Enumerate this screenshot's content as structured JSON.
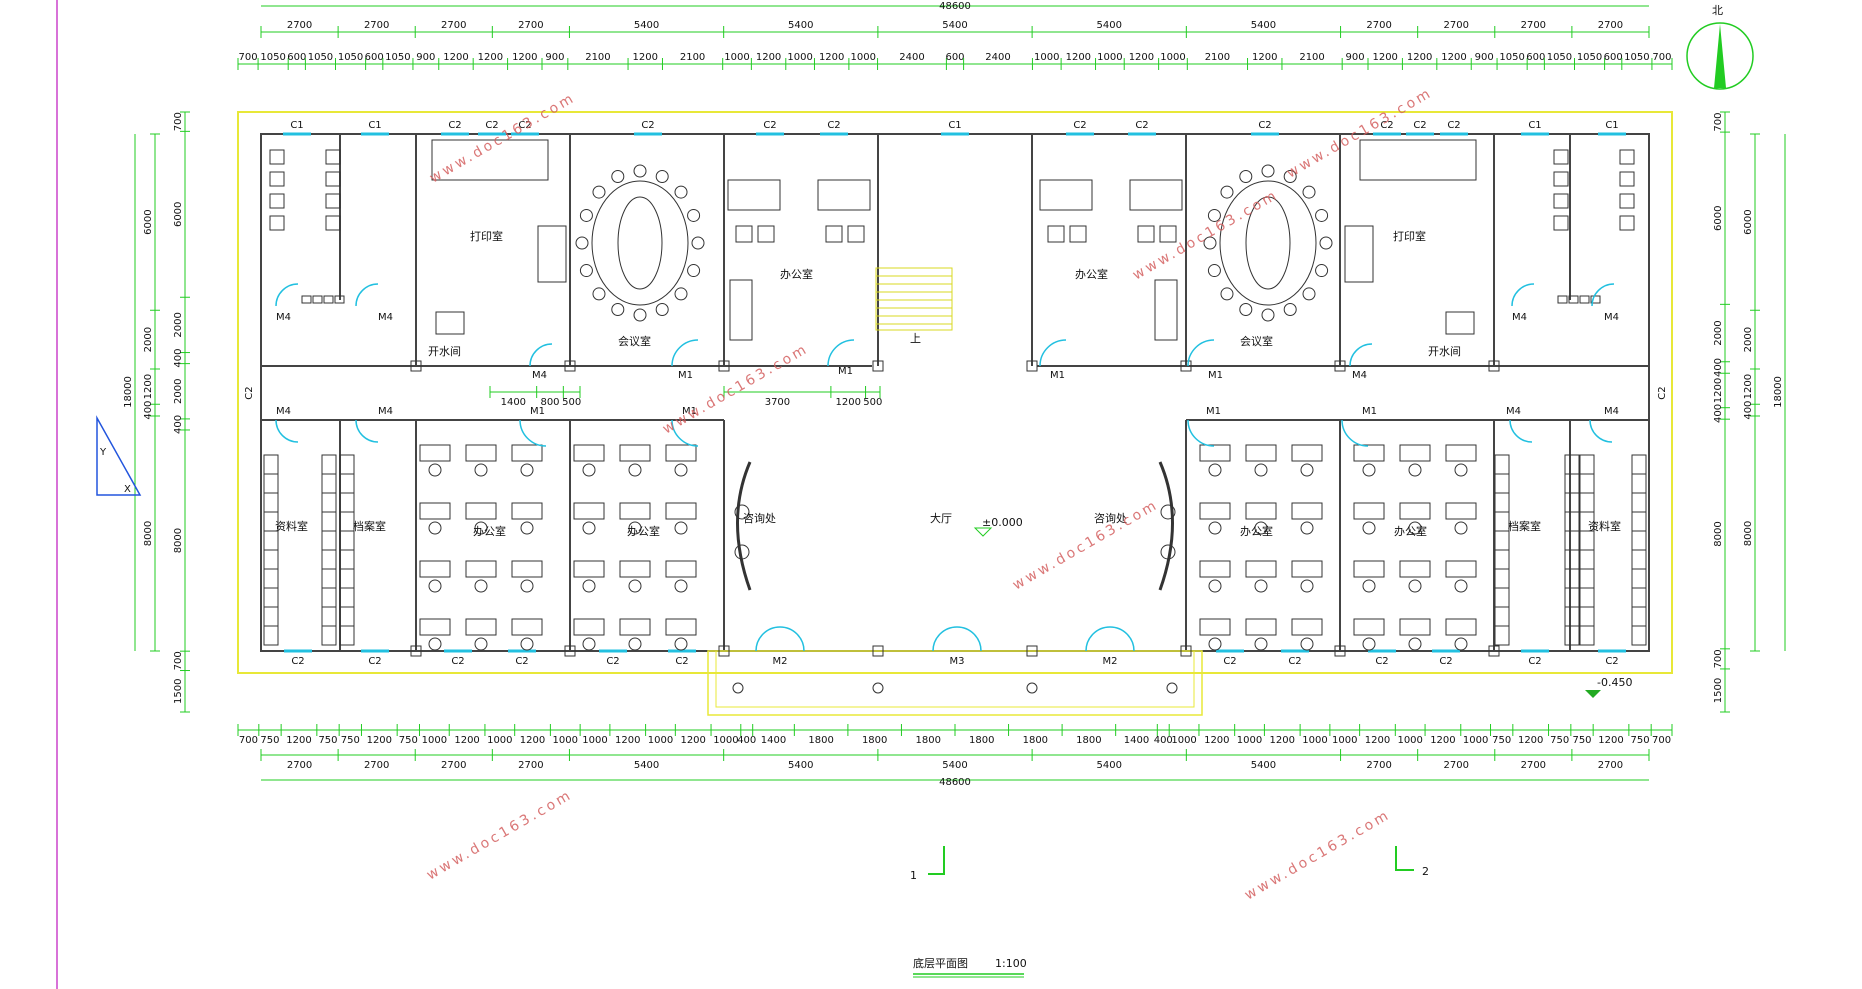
{
  "drawing": {
    "title": "底层平面图",
    "scale": "1:100",
    "north": "北",
    "section_mark_1": "1",
    "section_mark_2": "2",
    "level_hall": "±0.000",
    "level_outdoor": "-0.450",
    "stair_up": "上",
    "watermark": "www.doc163.com",
    "triangle_label_x": "X",
    "triangle_label_y": "Y"
  },
  "dimensions": {
    "total": "48600",
    "top_bays": [
      "2700",
      "2700",
      "2700",
      "2700",
      "5400",
      "5400",
      "5400",
      "5400",
      "5400",
      "2700",
      "2700",
      "2700",
      "2700"
    ],
    "top_detail": [
      "700",
      "1050",
      "600",
      "1050",
      "1050",
      "600",
      "1050",
      "900",
      "1200",
      "1200",
      "1200",
      "900",
      "2100",
      "1200",
      "2100",
      "1000",
      "1200",
      "1000",
      "1200",
      "1000",
      "2400",
      "600",
      "2400",
      "1000",
      "1200",
      "1000",
      "1200",
      "1000",
      "2100",
      "1200",
      "2100",
      "900",
      "1200",
      "1200",
      "1200",
      "900",
      "1050",
      "600",
      "1050",
      "1050",
      "600",
      "1050",
      "700"
    ],
    "bottom_detail": [
      "700",
      "750",
      "1200",
      "750",
      "750",
      "1200",
      "750",
      "1000",
      "1200",
      "1000",
      "1200",
      "1000",
      "1000",
      "1200",
      "1000",
      "1200",
      "1000",
      "400",
      "1400",
      "1800",
      "1800",
      "1800",
      "1800",
      "1800",
      "1800",
      "1400",
      "400",
      "1000",
      "1200",
      "1000",
      "1200",
      "1000",
      "1000",
      "1200",
      "1000",
      "1200",
      "1000",
      "750",
      "1200",
      "750",
      "750",
      "1200",
      "750",
      "700"
    ],
    "bottom_bays": [
      "2700",
      "2700",
      "2700",
      "2700",
      "5400",
      "5400",
      "5400",
      "5400",
      "5400",
      "2700",
      "2700",
      "2700",
      "2700"
    ],
    "left_rows": [
      "700",
      "6000",
      "2000",
      "400",
      "2000",
      "400",
      "8000",
      "700",
      "1500"
    ],
    "left_detail": [
      "6000",
      "2000",
      "1200",
      "400",
      "8000"
    ],
    "side_total": "18000",
    "right_rows": [
      "700",
      "6000",
      "2000",
      "400",
      "1200",
      "400",
      "8000",
      "700",
      "1500"
    ],
    "corridor_dims": [
      "1400",
      "800",
      "500",
      "3700",
      "1200",
      "500"
    ]
  },
  "rooms": {
    "print_room": "打印室",
    "water_room": "开水间",
    "meeting_room": "会议室",
    "office": "办公室",
    "archive": "档案室",
    "data_room": "资料室",
    "reception": "咨询处",
    "hall": "大厅"
  },
  "openings": {
    "c1": "C1",
    "c2": "C2",
    "m1": "M1",
    "m2": "M2",
    "m3": "M3",
    "m4": "M4"
  },
  "colors": {
    "wall_outline": "#e8e838",
    "dim_line": "#22cc22",
    "window": "#22c0e0",
    "furniture": "#333333",
    "watermark": "#d46060",
    "frame": "#cc44cc"
  }
}
